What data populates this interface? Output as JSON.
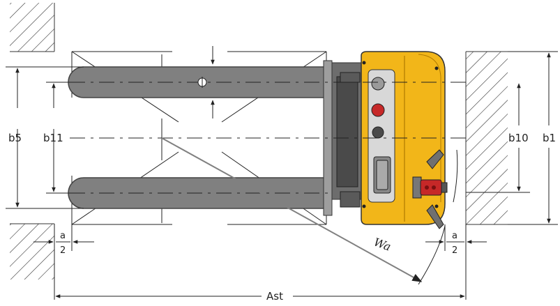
{
  "diagram": {
    "labels": {
      "b5": "b5",
      "b11": "b11",
      "b10": "b10",
      "b1": "b1",
      "wa": "Wa",
      "ast": "Ast",
      "a_left_num": "a",
      "a_left_den": "2",
      "a_right_num": "a",
      "a_right_den": "2"
    },
    "colors": {
      "fork": "#808080",
      "fork_outline": "#444444",
      "body_yellow": "#f2b619",
      "body_dark": "#4a4a4a",
      "button_red": "#c62828",
      "hatch": "#333333",
      "line": "#222222"
    }
  }
}
